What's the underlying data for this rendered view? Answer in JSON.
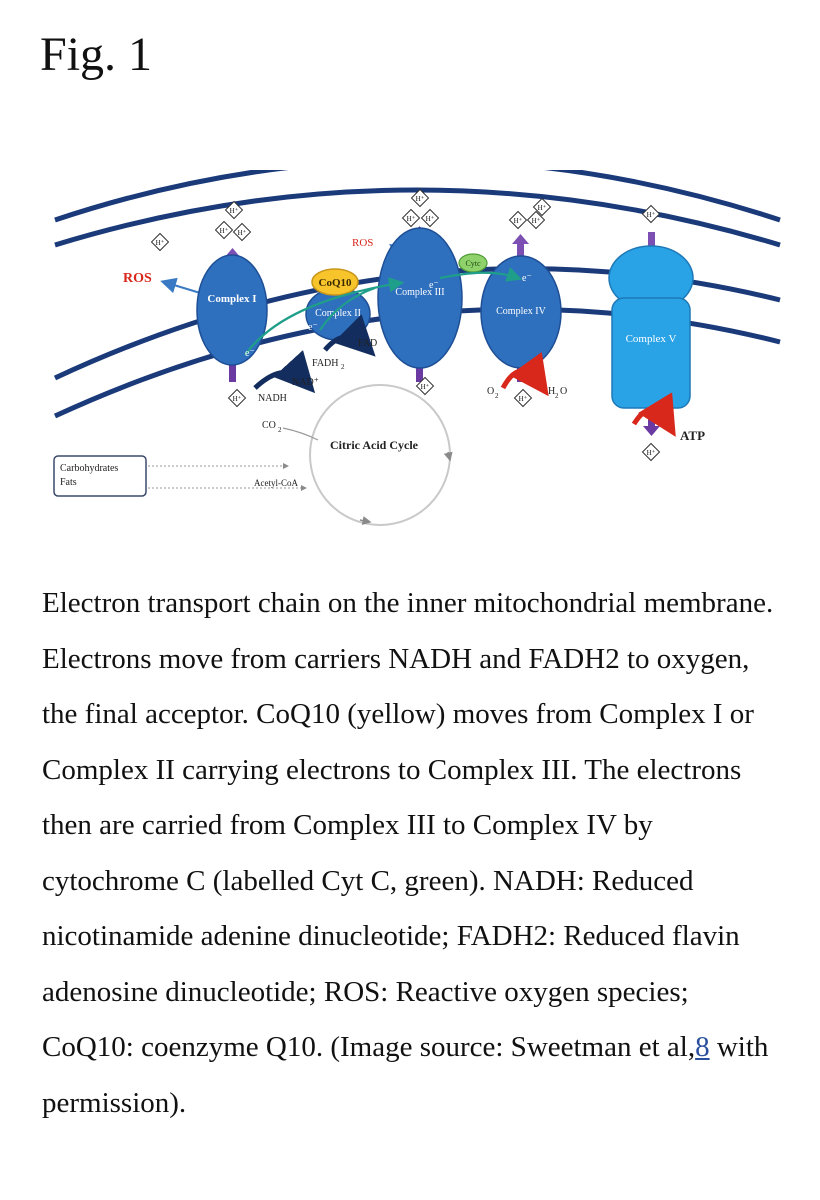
{
  "title": "Fig. 1",
  "figure": {
    "complexes": [
      "Complex I",
      "Complex II",
      "Complex III",
      "Complex IV",
      "Complex V"
    ],
    "carriers": {
      "coq10": "CoQ10",
      "cytc": "Cytc",
      "electron": "e⁻"
    },
    "proton": "H⁺",
    "labels": {
      "ros": "ROS",
      "nadh": "NADH",
      "nad": "NAD⁺",
      "fadh": "FADH",
      "fadh_sub": "2",
      "fad": "FAD",
      "o2": "O",
      "o2_sub": "2",
      "h2o_h": "H",
      "h2o_sub": "2",
      "h2o_o": "O",
      "atp": "ATP",
      "co2": "CO",
      "co2_sub": "2",
      "acetyl_coa": "Acetyl-CoA",
      "citric_acid_cycle": "Citric Acid Cycle",
      "carbohydrates": "Carbohydrates",
      "fats": "Fats"
    }
  },
  "caption": {
    "text": "Electron transport chain on the inner mitochondrial membrane. Electrons move from carriers NADH and FADH2 to oxygen, the final acceptor. CoQ10 (yellow) moves from Complex I or Complex II carrying electrons to Complex III. The electrons then are carried from Complex III to Complex IV by cytochrome C (labelled Cyt C, green). NADH: Reduced nicotinamide adenine dinucleotide; FADH2: Reduced flavin adenosine dinucleotide; ROS: Reactive oxygen species; CoQ10: coenzyme Q10. (Image source: Sweetman et al,",
    "ref_link": "8",
    "suffix": " with permission)."
  }
}
